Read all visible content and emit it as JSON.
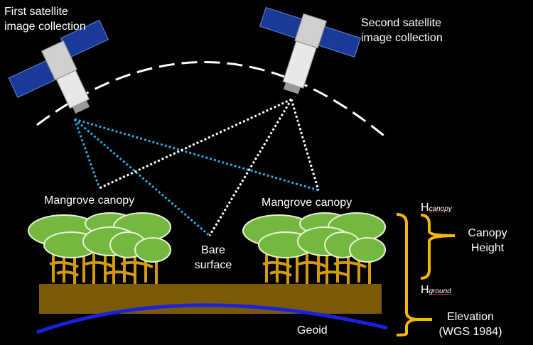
{
  "labels": {
    "first_satellite": [
      "First satellite",
      "image collection"
    ],
    "second_satellite": [
      "Second satellite",
      "image collection"
    ],
    "canopy_left": "Mangrove canopy",
    "canopy_right": "Mangrove canopy",
    "bare_surface": [
      "Bare",
      "surface"
    ],
    "geoid": "Geoid",
    "h_canopy": {
      "base": "H",
      "sub": "canopy"
    },
    "h_ground": {
      "base": "H",
      "sub": "ground"
    },
    "canopy_height": [
      "Canopy",
      "Height"
    ],
    "elevation": [
      "Elevation",
      "(WGS 1984)"
    ]
  },
  "colors": {
    "background": "#000000",
    "ground": "#7a5a07",
    "geoid": "#1a22e0",
    "bracket": "#f5b800",
    "beam_first": "#2aa7e0",
    "beam_second": "#ffffff",
    "canopy_fill": "#74b840",
    "root": "#d49a10"
  }
}
